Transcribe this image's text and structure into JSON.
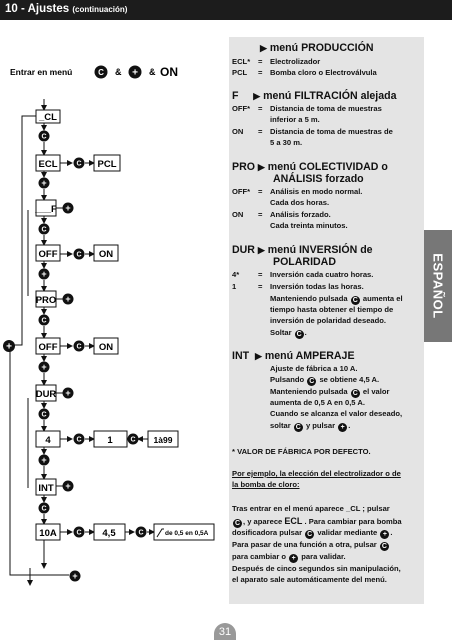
{
  "header": {
    "title": "10 - Ajustes",
    "subtitle": "(continuación)"
  },
  "side_tab": "ESPAÑOL",
  "page_number": "31",
  "diagram": {
    "entry_label": "Entrar en menú",
    "amp": "&",
    "on_label": "ON",
    "btn_c": "C",
    "btn_plus": "+",
    "boxes": {
      "cl": "_CL",
      "ecl": "ECL",
      "pcl": "PCL",
      "f": "___F",
      "off1": "OFF",
      "on1": "ON",
      "pro": "PRO",
      "off2": "OFF",
      "on2": "ON",
      "dur": "DUR",
      "four": "4",
      "one": "1",
      "range": "1à99",
      "int": "INT",
      "tenA": "10A",
      "fourfive": "4,5",
      "step": "de 0,5 en 0,5A"
    }
  },
  "sections": {
    "prod": {
      "title": "menú PRODUCCIÓN",
      "rows": [
        {
          "k": "ECL*",
          "eq": "=",
          "v": "Electrolizador"
        },
        {
          "k": "PCL",
          "eq": "=",
          "v": "Bomba cloro o Electroválvula"
        }
      ]
    },
    "filt": {
      "key": "F",
      "title": "menú FILTRACIÓN alejada",
      "r1k": "OFF*",
      "eq": "=",
      "r1a": "Distancia de toma de muestras",
      "r1b": "inferior a 5 m.",
      "r2k": "ON",
      "r2a": "Distancia de toma de muestras de",
      "r2b": "5 a 30 m."
    },
    "colec": {
      "key": "PRO",
      "title1": "menú COLECTIVIDAD o",
      "title2": "ANÁLISIS forzado",
      "r1k": "OFF*",
      "eq": "=",
      "r1a": "Análisis en modo normal.",
      "r1b": "Cada dos horas.",
      "r2k": "ON",
      "r2a": "Análisis forzado.",
      "r2b": "Cada treinta minutos."
    },
    "inv": {
      "key": "DUR",
      "title1": "menú INVERSIÓN de",
      "title2": "POLARIDAD",
      "r1k": "4*",
      "eq": "=",
      "r1v": "Inversión cada cuatro horas.",
      "r2k": "1",
      "r2v": "Inversión todas las horas.",
      "p1a": "Manteniendo pulsada",
      "p1b": "aumenta el",
      "p2": "tiempo hasta obtener el tiempo de",
      "p3": "inversión de polaridad deseado.",
      "p4": "Soltar"
    },
    "amp": {
      "key": "INT",
      "title": "menú  AMPERAJE",
      "l1": "Ajuste de fábrica a 10 A.",
      "l2a": "Pulsando",
      "l2b": "se obtiene 4,5 A.",
      "l3a": "Manteniendo pulsada",
      "l3b": "el valor",
      "l4": "aumenta de 0,5 A en 0,5 A.",
      "l5": "Cuando se alcanza el valor deseado,",
      "l6a": "soltar",
      "l6b": "y pulsar"
    },
    "default_note": "* VALOR DE FÁBRICA POR DEFECTO.",
    "example": {
      "h1": "Por ejemplo, la elección del electrolizador o de",
      "h2": "la bomba de cloro:",
      "l1a": "Tras entrar en el menú aparece",
      "l1b": "_CL",
      "l1c": "; pulsar",
      "l2a": ", y aparece",
      "l2b": "ECL",
      "l2c": ". Para cambiar para bomba",
      "l3a": "dosificadora pulsar",
      "l3b": "validar mediante",
      "l4a": "Para pasar de una función a otra, pulsar",
      "l5a": "para cambiar o",
      "l5b": "para validar.",
      "l6": "Después de cinco segundos sin manipulación,",
      "l7": "el aparato sale automáticamente del menú."
    }
  }
}
